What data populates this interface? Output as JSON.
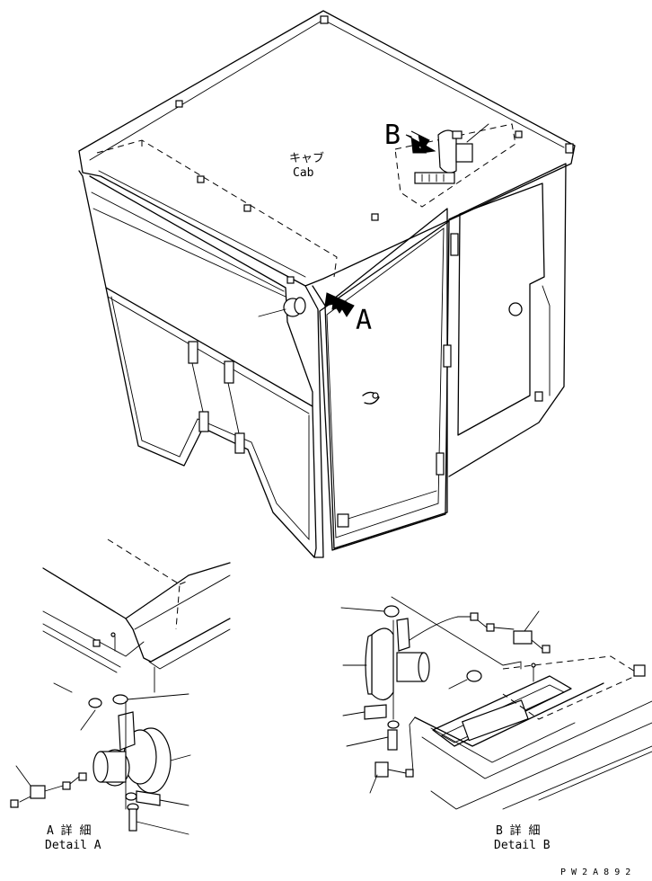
{
  "labels": {
    "cab_jp": "キャブ",
    "cab_en": "Cab",
    "callout_a": "A",
    "callout_b": "B",
    "detail_a_jp": "A 詳 細",
    "detail_a_en": "Detail A",
    "detail_b_jp": "B 詳 細",
    "detail_b_en": "Detail B",
    "drawing_code": "P W 2 A 8 9 2"
  },
  "icons": {
    "arrow_a": "double-arrow-icon",
    "arrow_b": "double-arrow-icon"
  },
  "colors": {
    "line": "#000000",
    "background": "#ffffff"
  }
}
